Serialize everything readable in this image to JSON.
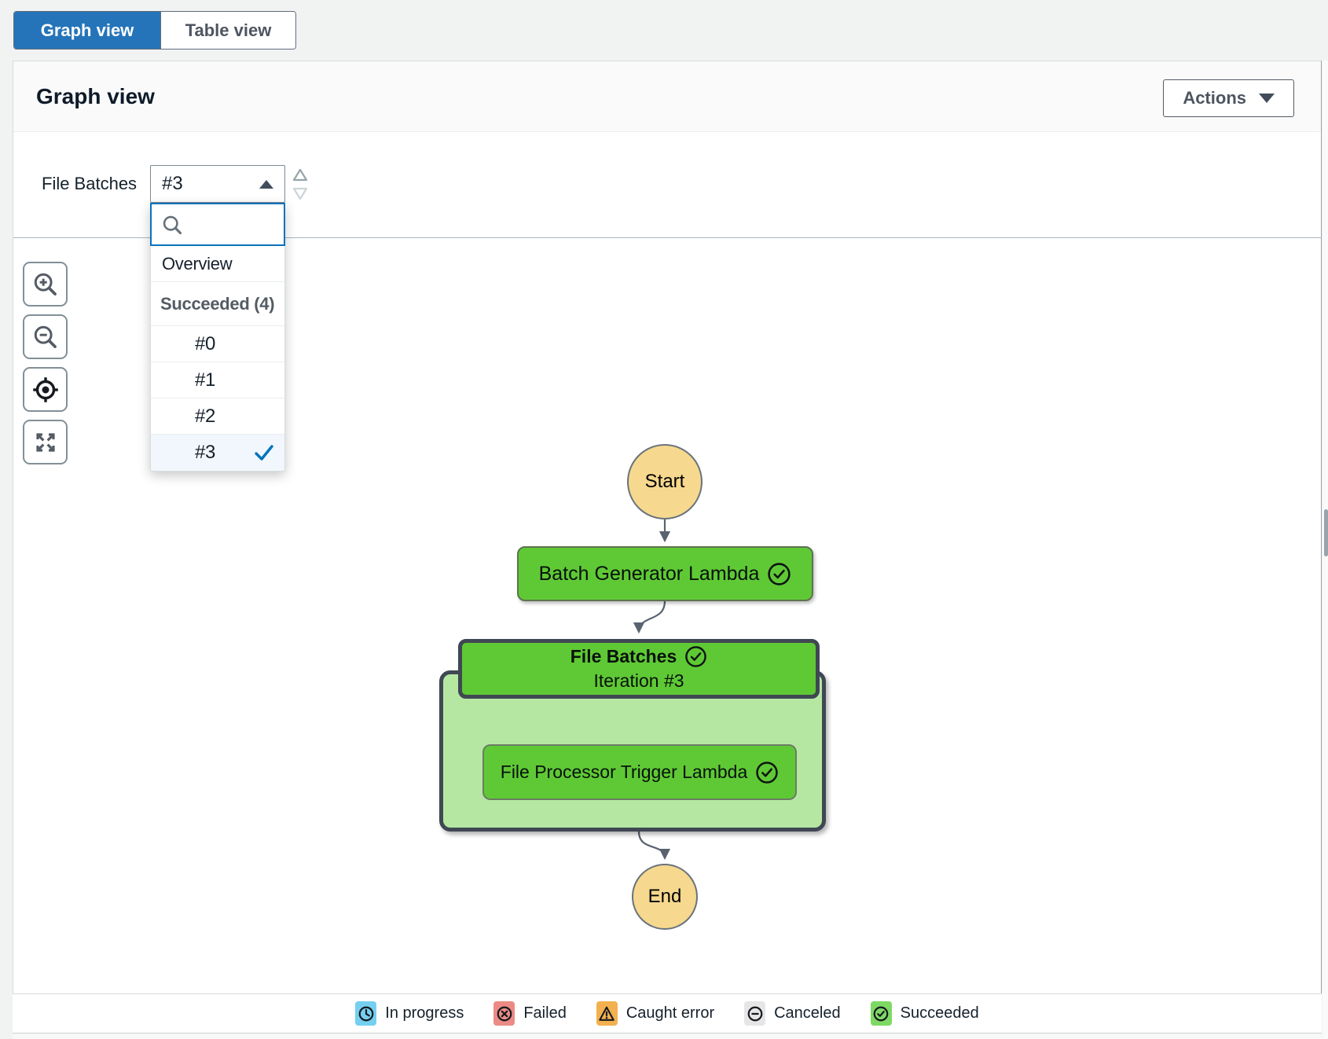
{
  "tabs": {
    "graph": "Graph view",
    "table": "Table view"
  },
  "header": {
    "title": "Graph view",
    "actions_button": "Actions"
  },
  "selector": {
    "label": "File Batches",
    "value": "#3"
  },
  "dropdown": {
    "search_value": "",
    "items": [
      {
        "label": "Overview",
        "type": "item"
      },
      {
        "label": "Succeeded (4)",
        "type": "group-header"
      },
      {
        "label": "#0",
        "type": "option",
        "selected": false
      },
      {
        "label": "#1",
        "type": "option",
        "selected": false
      },
      {
        "label": "#2",
        "type": "option",
        "selected": false
      },
      {
        "label": "#3",
        "type": "option",
        "selected": true
      }
    ]
  },
  "toolbar": {
    "buttons": [
      "zoom-in",
      "zoom-out",
      "center-graph",
      "fit-view"
    ]
  },
  "graph": {
    "start": "Start",
    "end": "End",
    "nodes": {
      "batch": {
        "label": "Batch Generator Lambda",
        "status": "Succeeded"
      },
      "map": {
        "title": "File Batches",
        "subtitle": "Iteration #3",
        "status": "Succeeded"
      },
      "processor": {
        "label": "File Processor Trigger Lambda",
        "status": "Succeeded"
      }
    }
  },
  "legend": {
    "items": [
      {
        "label": "In progress",
        "color": "#75cff0",
        "icon": "clock-icon"
      },
      {
        "label": "Failed",
        "color": "#ec8b85",
        "icon": "circle-x-icon"
      },
      {
        "label": "Caught error",
        "color": "#f2b04f",
        "icon": "warning-triangle-icon"
      },
      {
        "label": "Canceled",
        "color": "#e6e6e6",
        "icon": "circle-minus-icon"
      },
      {
        "label": "Succeeded",
        "color": "#7ed964",
        "icon": "circle-check-icon"
      }
    ]
  },
  "colors": {
    "active_tab_blue": "#2574b9",
    "accent_blue": "#0073bb",
    "node_green": "#5fc935",
    "map_fill_green": "#b5e7a2",
    "map_border": "#3f4753",
    "start_end_fill": "#f6d88e",
    "edge_gray": "#596370"
  }
}
